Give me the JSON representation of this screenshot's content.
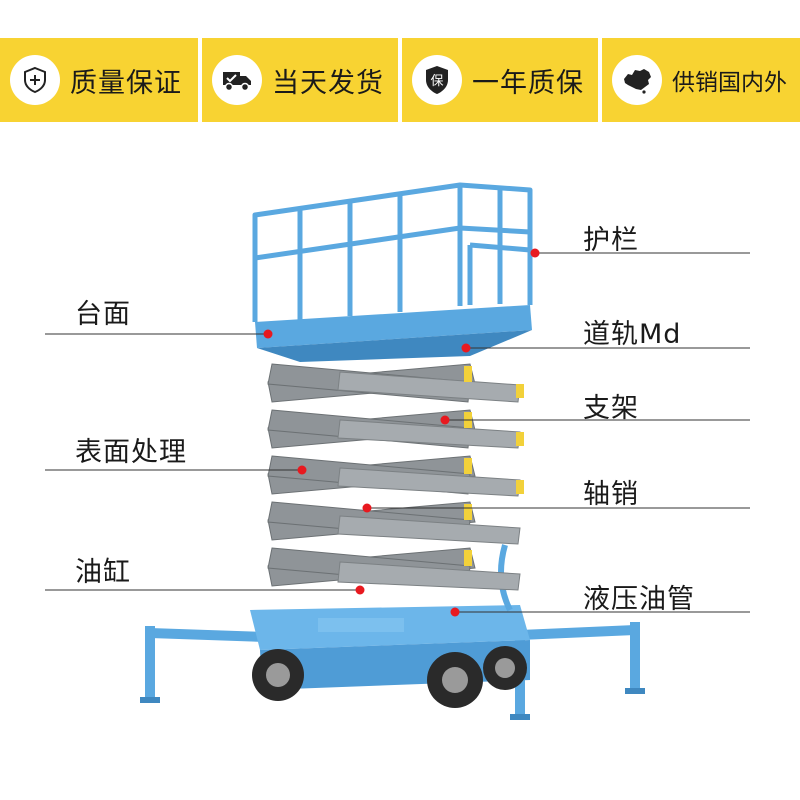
{
  "badges": [
    {
      "label": "质量保证",
      "icon": "shield-plus-icon"
    },
    {
      "label": "当天发货",
      "icon": "delivery-truck-icon"
    },
    {
      "label": "一年质保",
      "icon": "guarantee-shield-icon",
      "icon_text": "保"
    },
    {
      "label": "供销国内外",
      "icon": "china-map-icon"
    }
  ],
  "callouts": {
    "guardrail": "护栏",
    "platform": "台面",
    "rail": "道轨Md",
    "bracket": "支架",
    "surface": "表面处理",
    "pin": "轴销",
    "cylinder": "油缸",
    "hose": "液压油管"
  },
  "colors": {
    "badge_yellow": "#f8d332",
    "machine_blue": "#5aa8e0",
    "arm_gray": "#8f9498",
    "dot_red": "#e8191f"
  }
}
